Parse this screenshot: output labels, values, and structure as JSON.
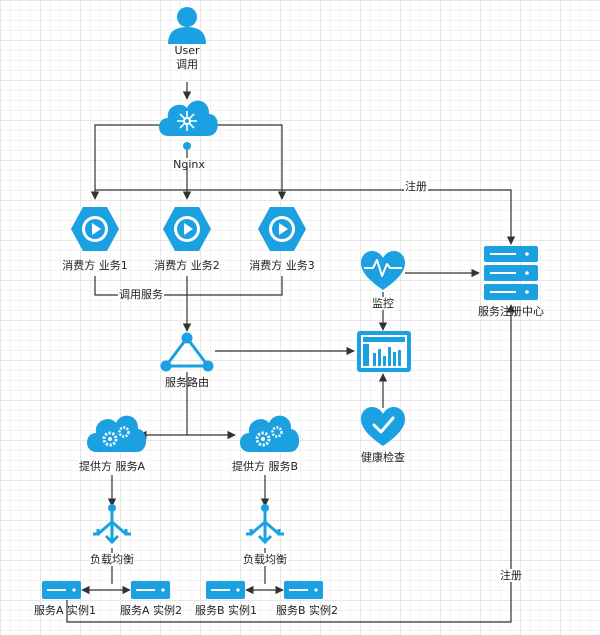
{
  "colors": {
    "icon": "#1ba1e2",
    "line": "#333333"
  },
  "nodes": {
    "user": {
      "label": "User",
      "label2": "调用",
      "icon": "user-icon"
    },
    "nginx": {
      "label": "Nginx",
      "icon": "nginx-cloud-icon"
    },
    "consumer1": {
      "label": "消费方 业务1",
      "icon": "play-hex-icon"
    },
    "consumer2": {
      "label": "消费方 业务2",
      "icon": "play-hex-icon"
    },
    "consumer3": {
      "label": "消费方 业务3",
      "icon": "play-hex-icon"
    },
    "router": {
      "label": "服务路由",
      "icon": "triangle-network-icon"
    },
    "providerA": {
      "label": "提供方 服务A",
      "icon": "gear-cloud-icon"
    },
    "providerB": {
      "label": "提供方 服务B",
      "icon": "gear-cloud-icon"
    },
    "lbA": {
      "label": "负载均衡",
      "icon": "load-balancer-icon"
    },
    "lbB": {
      "label": "负载均衡",
      "icon": "load-balancer-icon"
    },
    "instA1": {
      "label": "服务A 实例1",
      "icon": "server-icon"
    },
    "instA2": {
      "label": "服务A 实例2",
      "icon": "server-icon"
    },
    "instB1": {
      "label": "服务B 实例1",
      "icon": "server-icon"
    },
    "instB2": {
      "label": "服务B 实例2",
      "icon": "server-icon"
    },
    "monitor": {
      "label": "监控",
      "icon": "heart-pulse-icon"
    },
    "dashboard": {
      "icon": "dashboard-icon"
    },
    "health": {
      "label": "健康检查",
      "icon": "heart-check-icon"
    },
    "registry": {
      "label": "服务注册中心",
      "icon": "server-stack-icon"
    }
  },
  "edge_labels": {
    "register_top": "注册",
    "invoke_service": "调用服务",
    "register_bottom": "注册"
  }
}
